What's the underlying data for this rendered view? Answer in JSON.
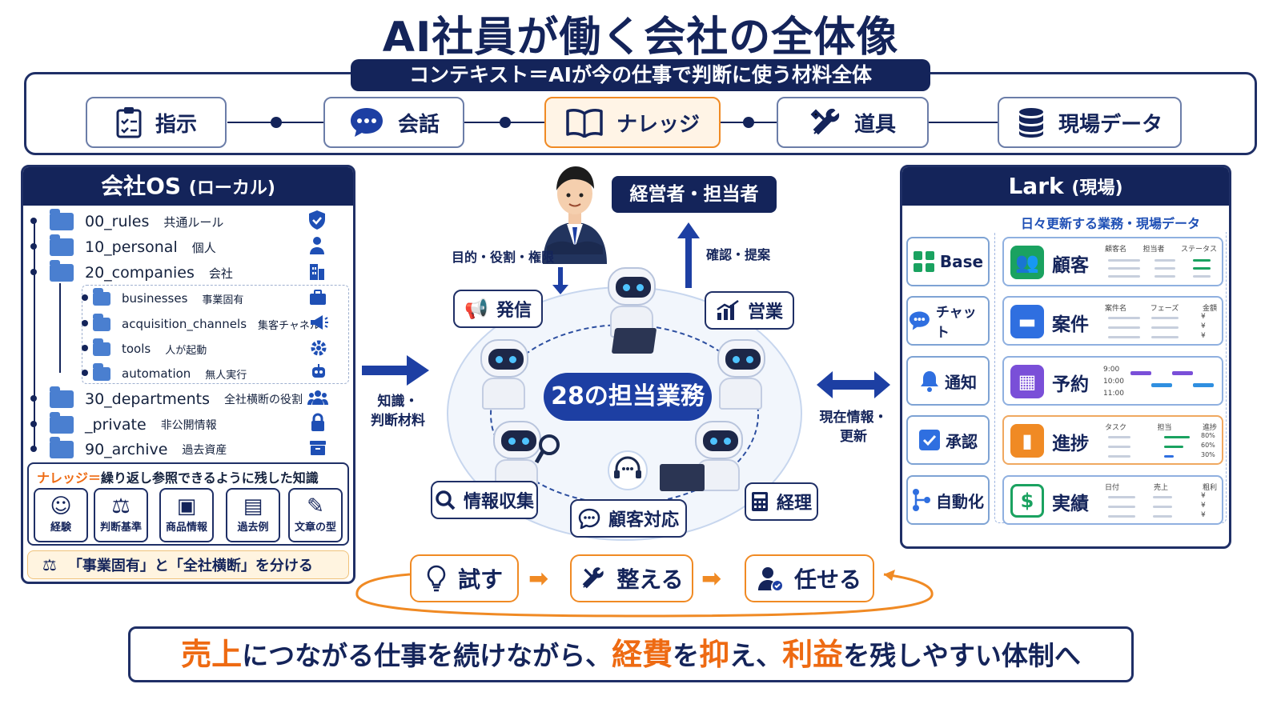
{
  "title": "AI社員が働く会社の全体像",
  "context": {
    "banner": "コンテキスト＝AIが今の仕事で判断に使う材料全体",
    "items": [
      {
        "label": "指示",
        "icon": "clipboard-icon"
      },
      {
        "label": "会話",
        "icon": "chat-bubble-icon"
      },
      {
        "label": "ナレッジ",
        "icon": "book-icon"
      },
      {
        "label": "道具",
        "icon": "tools-icon"
      },
      {
        "label": "現場データ",
        "icon": "database-icon"
      }
    ]
  },
  "company_os": {
    "title": "会社OS",
    "subtitle": "(ローカル)",
    "tree": [
      {
        "name": "00_rules",
        "desc": "共通ルール",
        "icon": "shield-icon"
      },
      {
        "name": "10_personal",
        "desc": "個人",
        "icon": "person-icon"
      },
      {
        "name": "20_companies",
        "desc": "会社",
        "icon": "building-icon"
      },
      {
        "name": "businesses",
        "desc": "事業固有",
        "icon": "briefcase-icon"
      },
      {
        "name": "acquisition_channels",
        "desc": "集客チャネル",
        "icon": "megaphone-icon"
      },
      {
        "name": "tools",
        "desc": "人が起動",
        "icon": "gear-icon"
      },
      {
        "name": "automation",
        "desc": "無人実行",
        "icon": "robot-icon"
      },
      {
        "name": "30_departments",
        "desc": "全社横断の役割",
        "icon": "team-icon"
      },
      {
        "name": "_private",
        "desc": "非公開情報",
        "icon": "lock-icon"
      },
      {
        "name": "90_archive",
        "desc": "過去資産",
        "icon": "archive-icon"
      }
    ],
    "knowledge_prefix": "ナレッジ＝",
    "knowledge_text": "繰り返し参照できるように残した知識",
    "knowledge_items": [
      {
        "label": "経験",
        "icon": "brain-head-icon"
      },
      {
        "label": "判断基準",
        "icon": "scale-icon"
      },
      {
        "label": "商品情報",
        "icon": "box-icon"
      },
      {
        "label": "過去例",
        "icon": "document-icon"
      },
      {
        "label": "文章の型",
        "icon": "pen-icon"
      }
    ],
    "separate_note": "「事業固有」と「全社横断」を分ける"
  },
  "center": {
    "exec_label": "経営者・担当者",
    "purpose_label": "目的・役割・権限",
    "confirm_label": "確認・提案",
    "badge": "28の担当業務",
    "tasks": [
      {
        "label": "発信",
        "icon": "megaphone-icon"
      },
      {
        "label": "営業",
        "icon": "chart-up-icon"
      },
      {
        "label": "情報収集",
        "icon": "search-icon"
      },
      {
        "label": "顧客対応",
        "icon": "support-chat-icon"
      },
      {
        "label": "経理",
        "icon": "calculator-icon"
      }
    ],
    "left_arrow_label": "知識・\n判断材料",
    "right_arrow_label": "現在情報・\n更新"
  },
  "lark": {
    "title": "Lark",
    "subtitle": "(現場)",
    "data_caption": "日々更新する業務・現場データ",
    "apps": [
      {
        "label": "Base",
        "icon": "grid-icon",
        "color": "#1aa260"
      },
      {
        "label": "チャット",
        "icon": "chat-bubble-icon",
        "color": "#2f6fe0"
      },
      {
        "label": "通知",
        "icon": "bell-icon",
        "color": "#2f6fe0"
      },
      {
        "label": "承認",
        "icon": "checkbox-icon",
        "color": "#2f6fe0"
      },
      {
        "label": "自動化",
        "icon": "flow-icon",
        "color": "#2f6fe0"
      }
    ],
    "cards": [
      {
        "label": "顧客",
        "icon": "people-icon",
        "color": "#1aa260",
        "cols": [
          "顧客名",
          "担当者",
          "ステータス"
        ]
      },
      {
        "label": "案件",
        "icon": "folder-icon",
        "color": "#2f6fe0",
        "cols": [
          "案件名",
          "フェーズ",
          "金額"
        ],
        "vals": [
          "¥",
          "¥",
          "¥"
        ]
      },
      {
        "label": "予約",
        "icon": "calendar-icon",
        "color": "#7a4fd8",
        "times": [
          "9:00",
          "10:00",
          "11:00"
        ]
      },
      {
        "label": "進捗",
        "icon": "bar-chart-icon",
        "color": "#f08a24",
        "cols": [
          "タスク",
          "担当",
          "進捗"
        ],
        "progress": [
          0.8,
          0.6,
          0.3
        ],
        "progress_labels": [
          "80%",
          "60%",
          "30%"
        ]
      },
      {
        "label": "実績",
        "icon": "dollar-icon",
        "color": "#1aa260",
        "cols": [
          "日付",
          "売上",
          "粗利"
        ],
        "vals": [
          "¥",
          "¥",
          "¥"
        ]
      }
    ]
  },
  "cycle": [
    {
      "label": "試す",
      "icon": "lightbulb-icon"
    },
    {
      "label": "整える",
      "icon": "tools-icon"
    },
    {
      "label": "任せる",
      "icon": "person-check-icon"
    }
  ],
  "footer": {
    "p1": "売上",
    "p2": "につながる仕事を続けながら、",
    "p3": "経費",
    "p4": "を",
    "p5": "抑",
    "p6": "え、",
    "p7": "利益",
    "p8": "を残しやすい体制へ"
  }
}
